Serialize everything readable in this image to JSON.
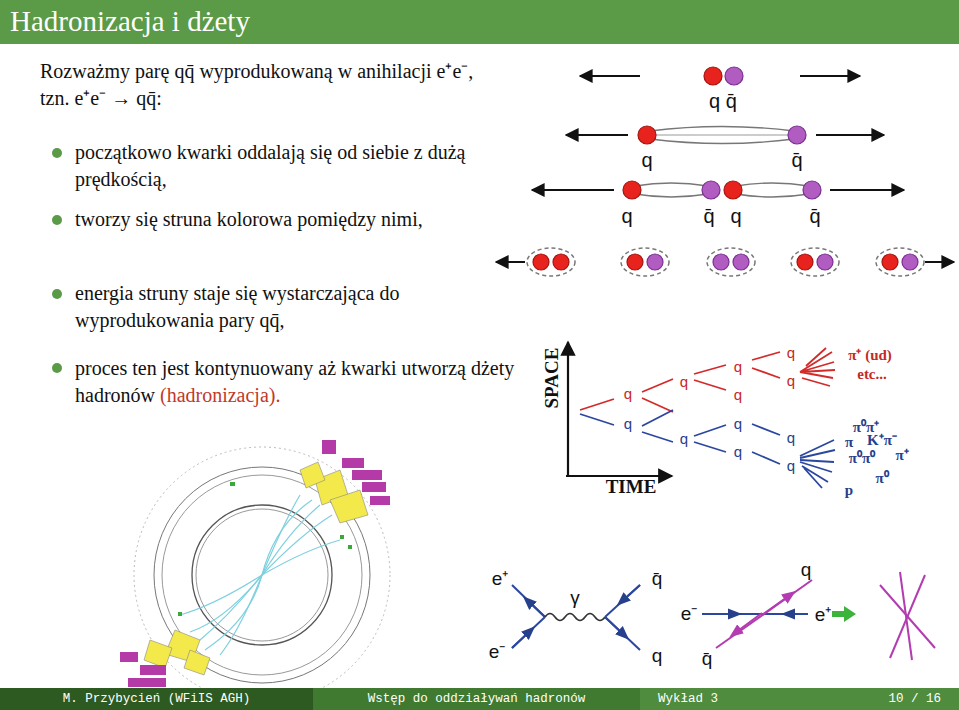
{
  "diagram": {
    "title": "Hadronizacja i dżety",
    "nodes": [
      {
        "text": [
          "M. Przybycień (WFiIS AGH)"
        ]
      },
      {
        "text": [
          "Wstęp do oddziaływań hadronów"
        ]
      },
      {
        "text": [
          "Wykład 3",
          "10 / 16"
        ]
      }
    ],
    "labels": [
      "Rozważmy parę qq̄ wyprodukowaną w anihilacji e⁺e⁻, tzn. e⁺e⁻ → qq̄:",
      "początkowo kwarki oddalają się od siebie z dużą prędkością,",
      "tworzy się struna kolorowa pomiędzy nimi,",
      "energia struny staje się wystarczająca do wyprodukowania pary qq̄,",
      "proces ten jest kontynuowany aż kwarki utworzą dżety hadronów",
      "(hadronizacja).",
      "q q̄",
      "q",
      "q̄",
      "q",
      "q̄",
      "q",
      "q̄",
      "SPACE",
      "TIME",
      "q",
      "q",
      "q",
      "q",
      "q",
      "q",
      "q",
      "q",
      "q",
      "q",
      "q",
      "q",
      "π⁺ (ud)",
      "etc...",
      "π⁰π⁺",
      "π",
      "K⁺π⁻",
      "π⁰π⁰",
      "π⁺",
      "π⁰",
      "p",
      "e⁺",
      "γ",
      "e⁻",
      "q̄",
      "q",
      "q",
      "e⁻",
      "e⁺",
      "q̄"
    ]
  }
}
